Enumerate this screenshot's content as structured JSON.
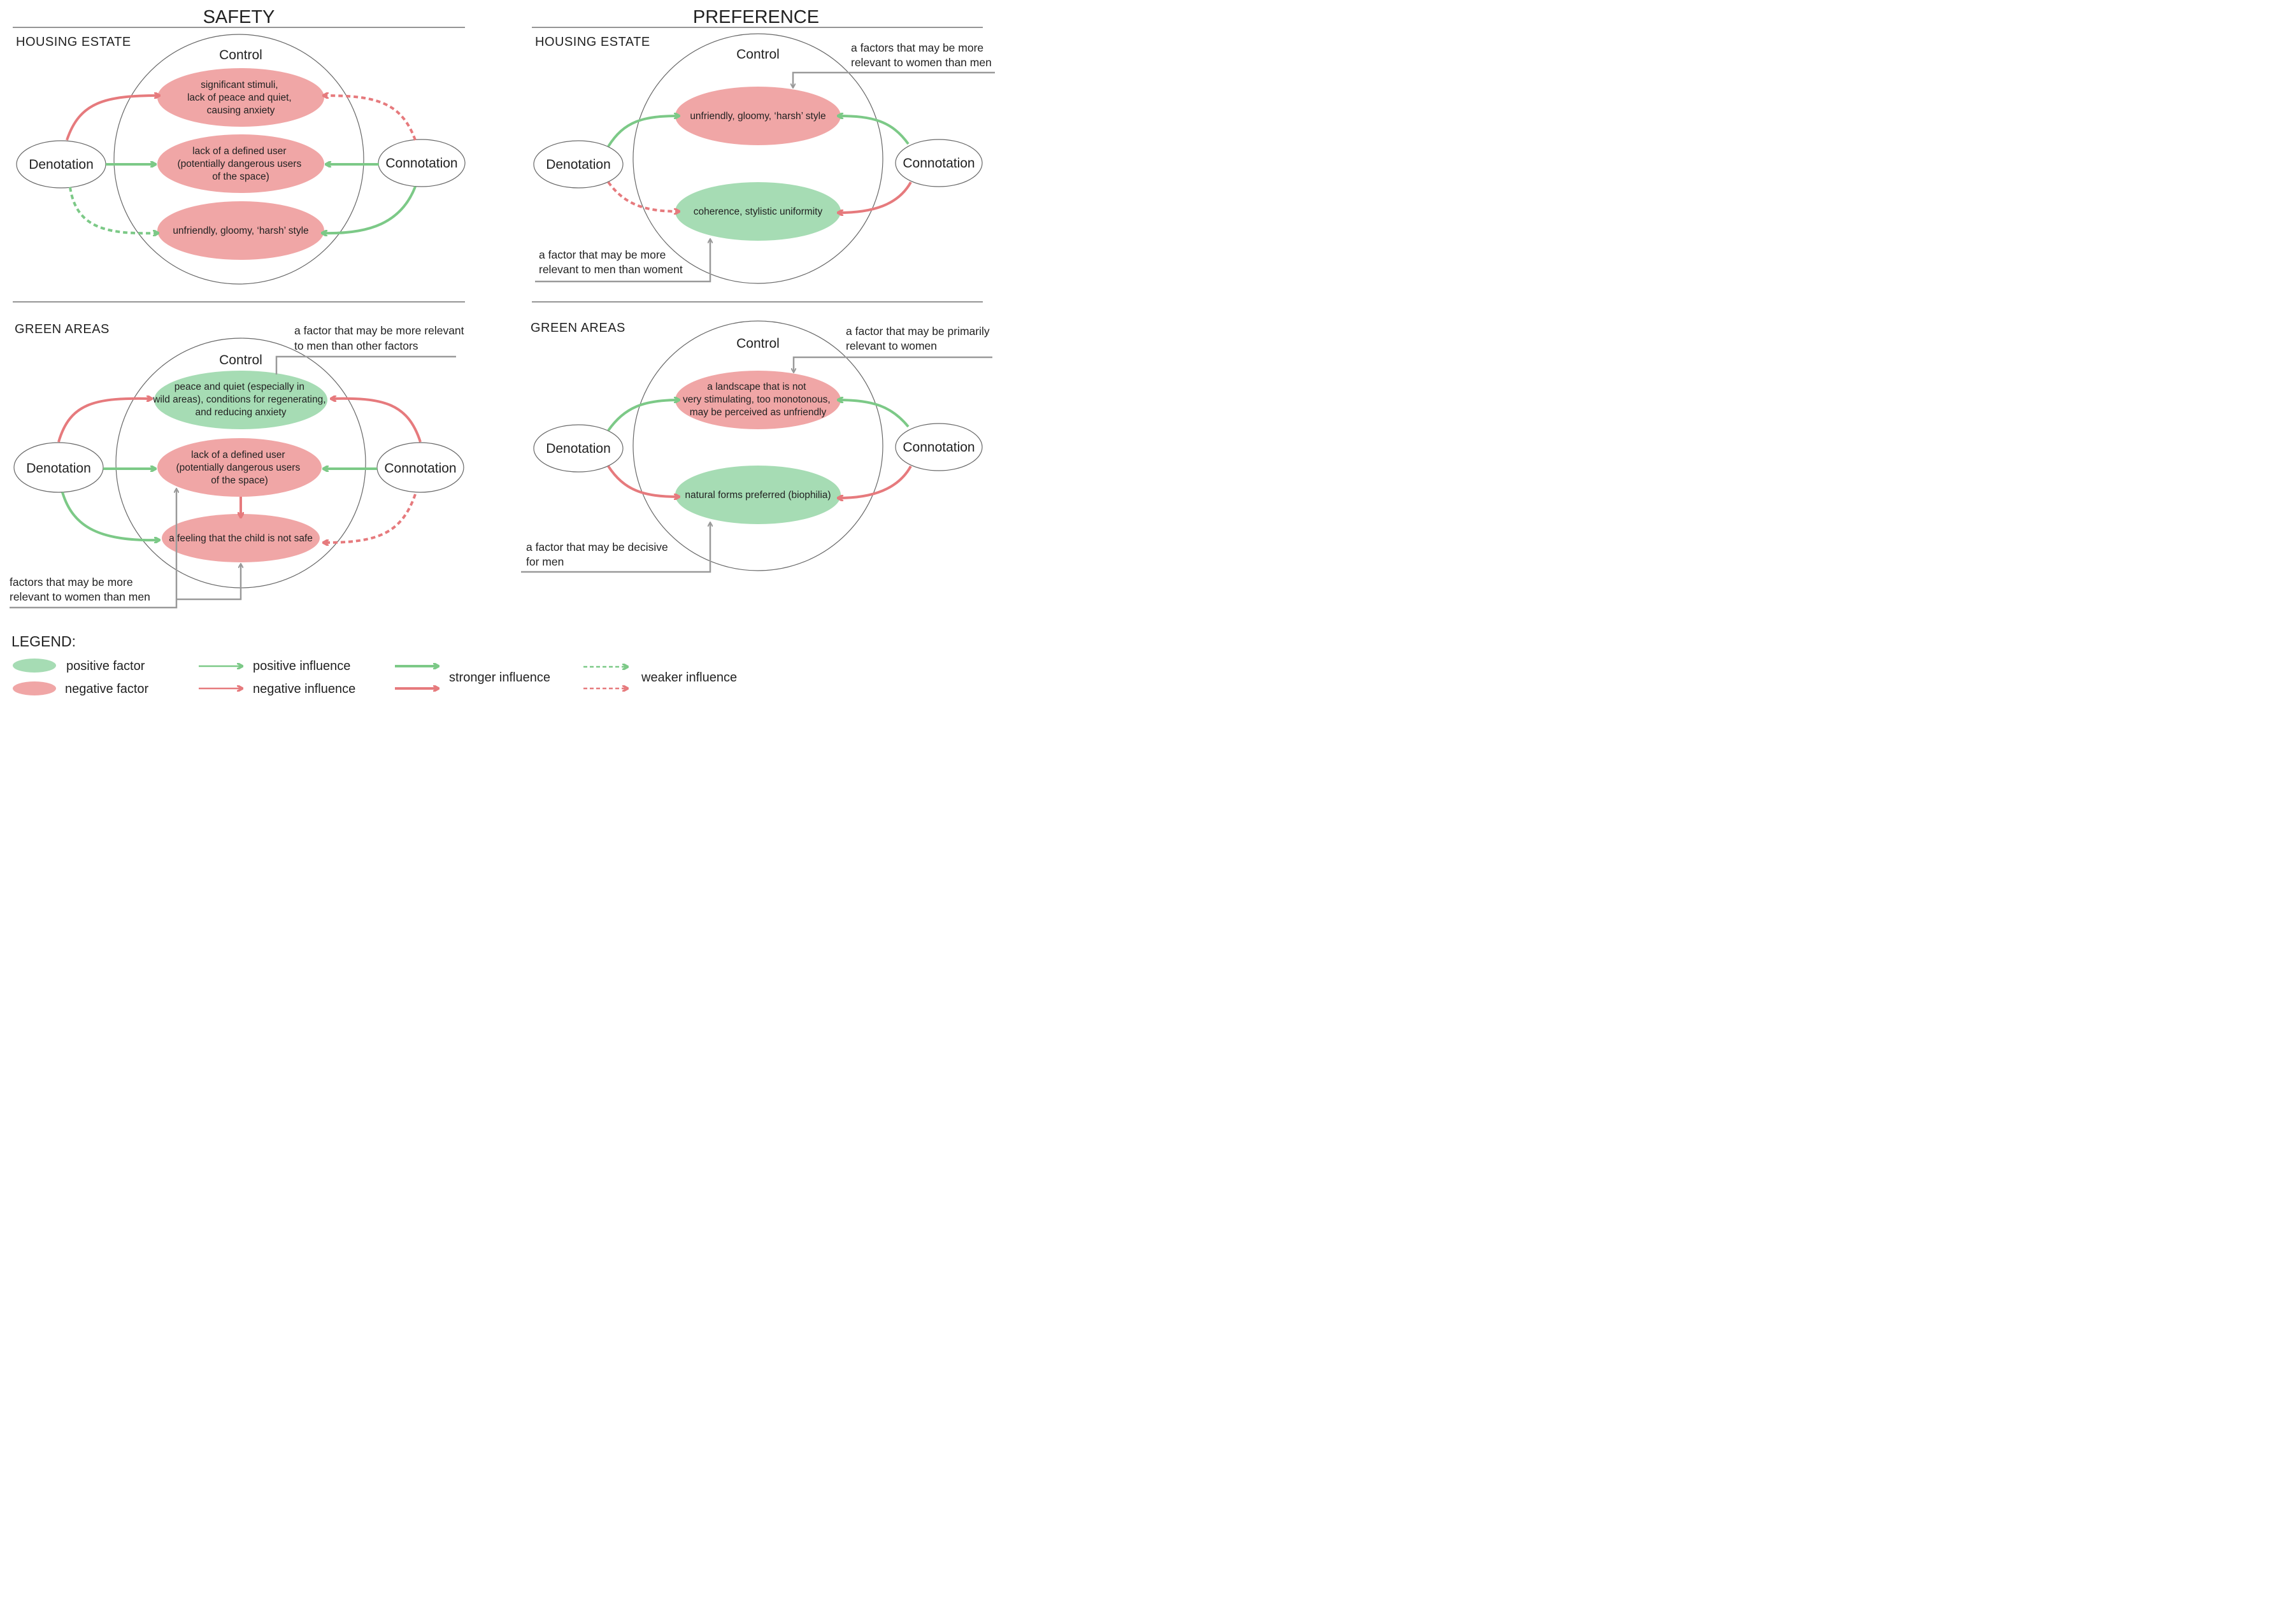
{
  "colors": {
    "positive_fill": "#a6dcb4",
    "negative_fill": "#f0a6a6",
    "positive_arrow": "#7cc987",
    "negative_arrow": "#e67a7d",
    "note_line": "#999999"
  },
  "safety": {
    "title": "SAFETY",
    "housing": {
      "section": "HOUSING  ESTATE",
      "control": "Control",
      "denotation": "Denotation",
      "connotation": "Connotation",
      "factors": [
        {
          "lines": [
            "significant stimuli,",
            "lack of peace and quiet,",
            "causing anxiety"
          ],
          "kind": "negative"
        },
        {
          "lines": [
            "lack of a defined user",
            "(potentially dangerous users",
            "of the space)"
          ],
          "kind": "negative"
        },
        {
          "lines": [
            "unfriendly, gloomy, ‘harsh’ style"
          ],
          "kind": "negative"
        }
      ]
    },
    "green": {
      "section": "GREEN  AREAS",
      "control": "Control",
      "denotation": "Denotation",
      "connotation": "Connotation",
      "factors": [
        {
          "lines": [
            "peace and quiet (especially in",
            "wild areas), conditions for regenerating,",
            "and reducing anxiety"
          ],
          "kind": "positive"
        },
        {
          "lines": [
            "lack of a defined user",
            "(potentially dangerous users",
            "of the space)"
          ],
          "kind": "negative"
        },
        {
          "lines": [
            "a feeling that the child is not safe"
          ],
          "kind": "negative"
        }
      ],
      "note_top": [
        "a factor that may be more relevant",
        "to men than other factors"
      ],
      "note_bottom": [
        "factors that may be more",
        "relevant to women than men"
      ]
    }
  },
  "preference": {
    "title": "PREFERENCE",
    "housing": {
      "section": "HOUSING  ESTATE",
      "control": "Control",
      "denotation": "Denotation",
      "connotation": "Connotation",
      "factors": [
        {
          "lines": [
            "unfriendly, gloomy, ‘harsh’ style"
          ],
          "kind": "negative"
        },
        {
          "lines": [
            "coherence, stylistic uniformity"
          ],
          "kind": "positive"
        }
      ],
      "note_top": [
        "a factors that may be more",
        "relevant to women than men"
      ],
      "note_bottom": [
        "a factor that may be more",
        "relevant to men than woment"
      ]
    },
    "green": {
      "section": "GREEN  AREAS",
      "control": "Control",
      "denotation": "Denotation",
      "connotation": "Connotation",
      "factors": [
        {
          "lines": [
            "a landscape that is not",
            "very stimulating, too monotonous,",
            "may be perceived as unfriendly"
          ],
          "kind": "negative"
        },
        {
          "lines": [
            "natural forms preferred (biophilia)"
          ],
          "kind": "positive"
        }
      ],
      "note_top": [
        "a factor that may be primarily",
        "relevant to women"
      ],
      "note_bottom": [
        "a factor that may be decisive",
        "for men"
      ]
    }
  },
  "legend": {
    "title": "LEGEND:",
    "positive_factor": "positive factor",
    "negative_factor": "negative factor",
    "positive_influence": "positive influence",
    "negative_influence": "negative influence",
    "stronger_influence": "stronger influence",
    "weaker_influence": "weaker influence"
  }
}
